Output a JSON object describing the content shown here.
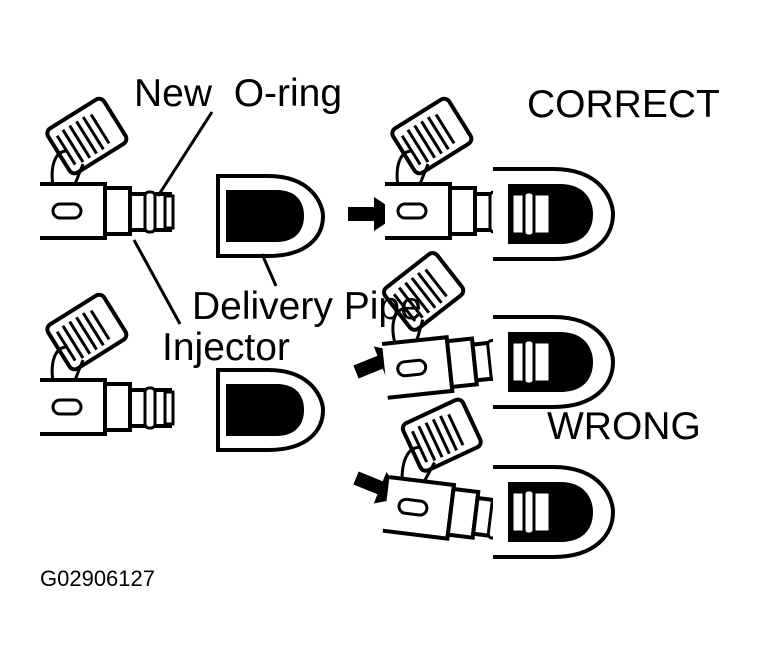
{
  "labels": {
    "new_oring": "New  O-ring",
    "correct": "CORRECT",
    "delivery_pipe": "Delivery Pipe",
    "injector": "Injector",
    "wrong": "WRONG",
    "figure_code": "G02906127"
  },
  "icons": {
    "arrow": "arrow-right-icon",
    "injector": "injector-icon",
    "delivery_pipe": "delivery-pipe-icon"
  },
  "colors": {
    "ink": "#000000",
    "paper": "#ffffff"
  }
}
